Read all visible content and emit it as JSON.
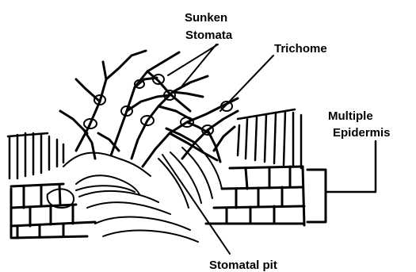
{
  "labels": {
    "sunken_stomata_line1": "Sunken",
    "sunken_stomata_line2": "Stomata",
    "trichome": "Trichome",
    "multiple_epidermis_line1": "Multiple",
    "multiple_epidermis_line2": "Epidermis",
    "stomatal_pit": "Stomatal pit"
  },
  "colors": {
    "ink": "#000000",
    "background": "#ffffff"
  }
}
